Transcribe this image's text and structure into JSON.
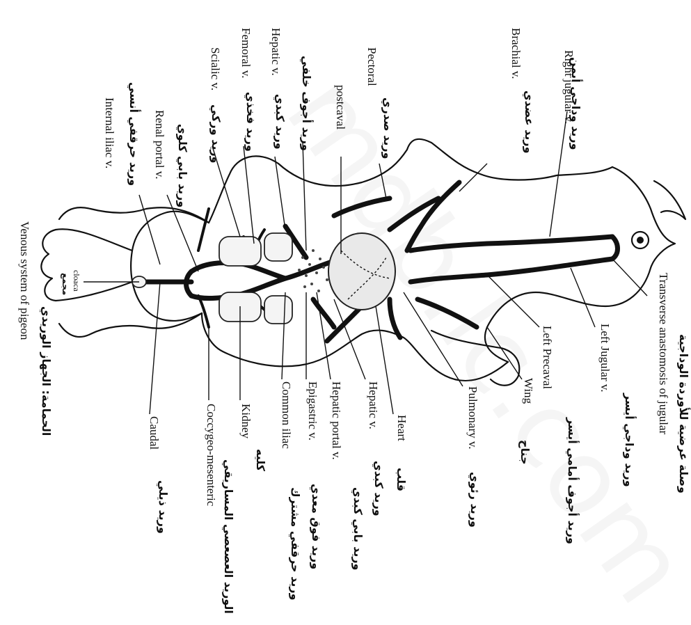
{
  "watermark": "mdb.lc.com",
  "labels": {
    "transverse_ar": "وصلة عرضية للأوردة الوداجية",
    "transverse_en": "Transverse anastomosis of jugular",
    "left_jugular_ar": "وريد وداجي أيسر",
    "left_jugular_en": "Left Jugular v.",
    "left_precaval_ar": "وريد أجوف أمامي أيسر",
    "left_precaval_en": "Left Precaval",
    "wing_ar": "جناح",
    "wing_en": "Wing",
    "pulmonary_ar": "وريد رئوي",
    "pulmonary_en": "Pulmonary v.",
    "heart_ar": "قلب",
    "heart_en": "Heart",
    "hepatic_ar": "وريد كبدي",
    "hepatic_en": "Hepatic v.",
    "hepatic_portal_ar": "وريد بابي كبدي",
    "hepatic_portal_en": "Hepatic portal v.",
    "epigastric_ar": "وريد فوق معدي",
    "epigastric_en": "Epigastric v.",
    "common_iliac_ar": "وريد حرقفي مشترك",
    "common_iliac_en": "Common iliac",
    "kidney_ar": "كليه",
    "kidney_en": "Kidney",
    "coccygeo_ar": "الوريد العصعصي المساريقي",
    "coccygeo_en": "Coccygeo-mesenteric",
    "caudal_ar": "وريد ذيلي",
    "caudal_en": "Caudal",
    "cloaca_ar": "مجمع",
    "cloaca_en": "cloaca",
    "figure_title_ar": "الحمامة: الجهاز الوريدي",
    "figure_title_en": "Venous system of pigeon",
    "internal_iliac_ar": "وريد حرقفي أنسي",
    "internal_iliac_en": "Internal iliac v.",
    "renal_portal_ar": "وريد بابي كلوي",
    "renal_portal_en": "Renal portal v.",
    "sciatic_ar": "وريد وركي",
    "sciatic_en": "Scialic v.",
    "femoral_ar": "وريد فخذي",
    "femoral_en": "Femoral v.",
    "hepatic2_ar": "وريد كبدي",
    "hepatic2_en": "Hepatic v.",
    "postcaval_ar": "وريد أجوف خلفي",
    "postcaval_en": "postcaval",
    "pectoral_ar": "وريد صدري",
    "pectoral_en": "Pectoral",
    "brachial_ar": "وريد عضدي",
    "brachial_en": "Brachial v.",
    "right_jugular_ar": "وريد وداجي أيمن",
    "right_jugular_en": "Right jugular v."
  }
}
